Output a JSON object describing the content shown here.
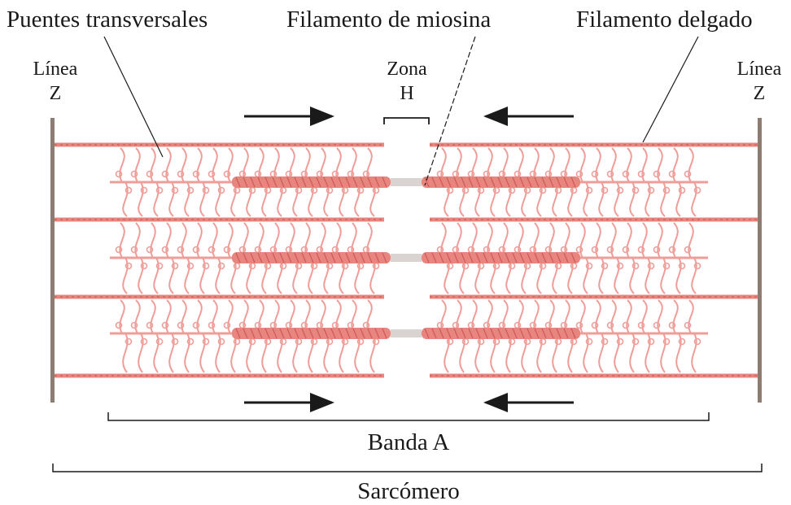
{
  "labels": {
    "cross_bridges": "Puentes transversales",
    "myosin_filament": "Filamento de miosina",
    "thin_filament": "Filamento delgado",
    "z_line_left_1": "Línea",
    "z_line_left_2": "Z",
    "z_line_right_1": "Línea",
    "z_line_right_2": "Z",
    "h_zone_1": "Zona",
    "h_zone_2": "H",
    "a_band": "Banda A",
    "sarcomere": "Sarcómero"
  },
  "colors": {
    "filament": "#e8857f",
    "filament_dark": "#cf5c58",
    "crossbridge": "#ef9d98",
    "bare_zone": "#d9d4d2",
    "z_line": "#8c7c72",
    "ink": "#1a1a1a"
  },
  "icons": [
    "arrow-right-icon",
    "arrow-left-icon"
  ]
}
